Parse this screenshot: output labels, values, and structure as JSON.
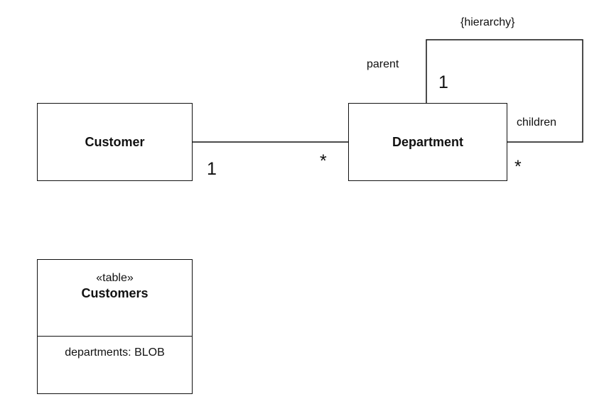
{
  "classes": {
    "customer": "Customer",
    "department": "Department"
  },
  "association": {
    "customer_multiplicity": "1",
    "department_multiplicity": "*"
  },
  "self_association": {
    "constraint": "{hierarchy}",
    "parent_role": "parent",
    "parent_multiplicity": "1",
    "children_role": "children",
    "children_multiplicity": "*"
  },
  "table": {
    "stereotype": "«table»",
    "name": "Customers",
    "column": "departments: BLOB"
  }
}
